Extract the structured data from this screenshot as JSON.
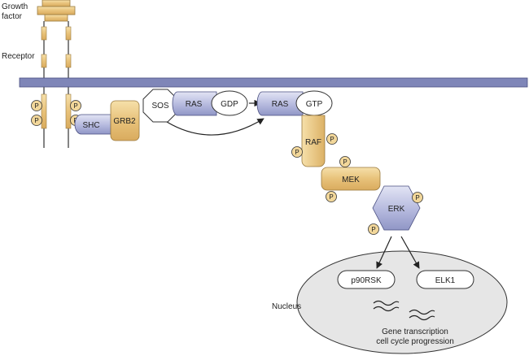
{
  "labels": {
    "growth_factor_line1": "Growth",
    "growth_factor_line2": "factor",
    "receptor": "Receptor",
    "nucleus": "Nucleus",
    "gene_line1": "Gene transcription",
    "gene_line2": "cell cycle progression"
  },
  "molecules": {
    "shc": "SHC",
    "grb2": "GRB2",
    "sos": "SOS",
    "ras1": "RAS",
    "gdp": "GDP",
    "ras2": "RAS",
    "gtp": "GTP",
    "raf": "RAF",
    "mek": "MEK",
    "erk": "ERK",
    "p90rsk": "p90RSK",
    "elk1": "ELK1"
  },
  "phospho": "P",
  "colors": {
    "membrane": "#7f86b8",
    "gold": "#e8c27a",
    "gold_light": "#f6e0aa",
    "lavender": "#9ea3cf",
    "lavender_light": "#d6d9ef",
    "phospho": "#f2d79a",
    "nucleus": "#e6e6e6"
  }
}
